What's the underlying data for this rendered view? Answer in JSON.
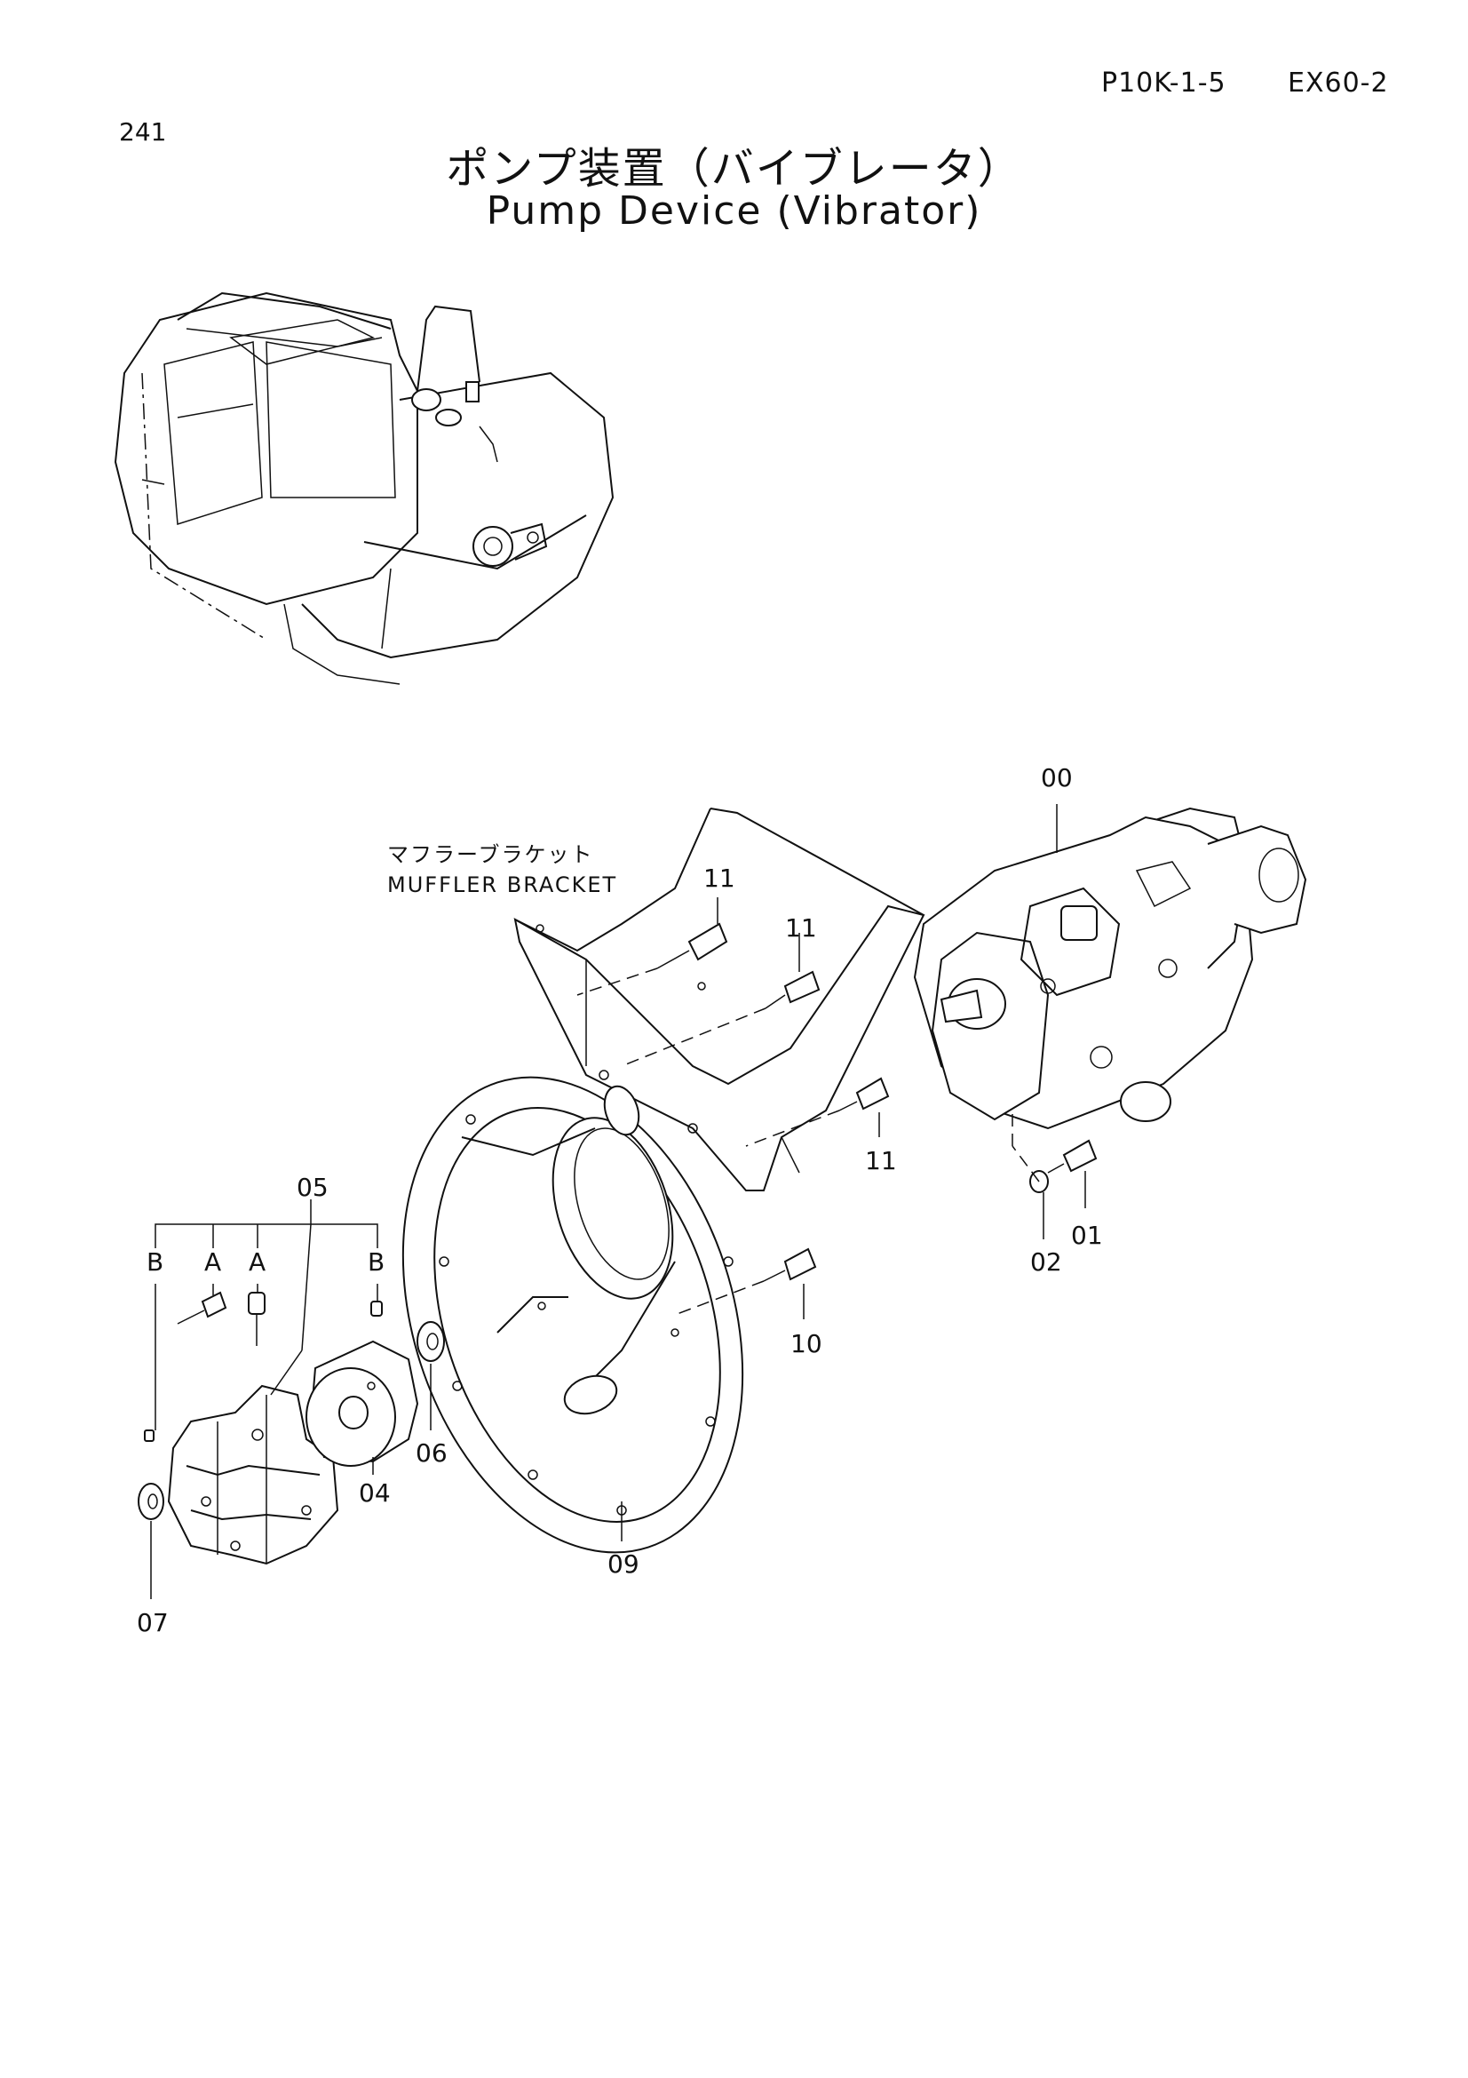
{
  "header": {
    "doc_code": "P10K-1-5",
    "model_code": "EX60-2",
    "page_number": "241",
    "title_ja": "ポンプ装置（バイブレータ）",
    "title_en": "Pump Device (Vibrator)"
  },
  "annotations": {
    "muffler_bracket_ja": "マフラーブラケット",
    "muffler_bracket_en": "MUFFLER  BRACKET"
  },
  "callouts": {
    "c00": "00",
    "c01": "01",
    "c02": "02",
    "c04": "04",
    "c05": "05",
    "c06": "06",
    "c07": "07",
    "c09": "09",
    "c10": "10",
    "c11a": "11",
    "c11b": "11",
    "c11c": "11",
    "cA1": "A",
    "cA2": "A",
    "cB1": "B",
    "cB2": "B"
  }
}
